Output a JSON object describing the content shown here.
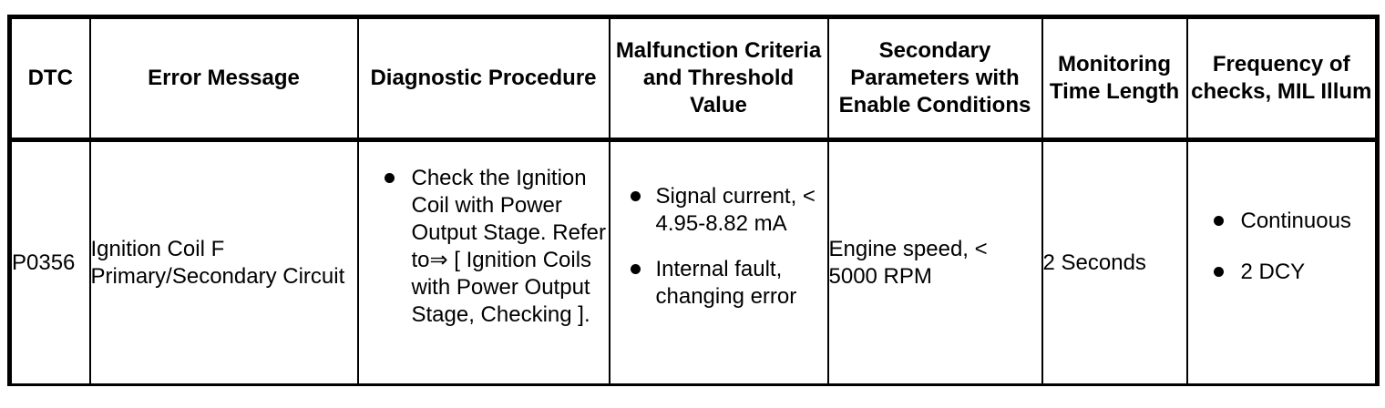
{
  "table": {
    "headers": [
      "DTC",
      "Error Message",
      "Diagnostic Procedure",
      "Malfunction Criteria and Threshold Value",
      "Secondary Parameters with Enable Conditions",
      "Monitoring Time Length",
      "Frequency of checks, MIL Illum"
    ],
    "rows": [
      {
        "dtc": "P0356",
        "error_message": "Ignition Coil F Primary/Secondary Circuit",
        "diagnostic_procedure": [
          "Check the Ignition Coil with Power Output Stage. Refer to⇒ [ Ignition Coils with Power Output Stage, Checking ]."
        ],
        "malfunction_criteria": [
          "Signal current, < 4.95-8.82 mA",
          "Internal fault, changing error"
        ],
        "secondary_parameters": "Engine speed, < 5000 RPM",
        "monitoring_time_length": "2 Seconds",
        "frequency_of_checks": [
          "Continuous",
          "2 DCY"
        ]
      }
    ]
  },
  "colors": {
    "border": "#000000",
    "background": "#ffffff",
    "text": "#000000"
  }
}
